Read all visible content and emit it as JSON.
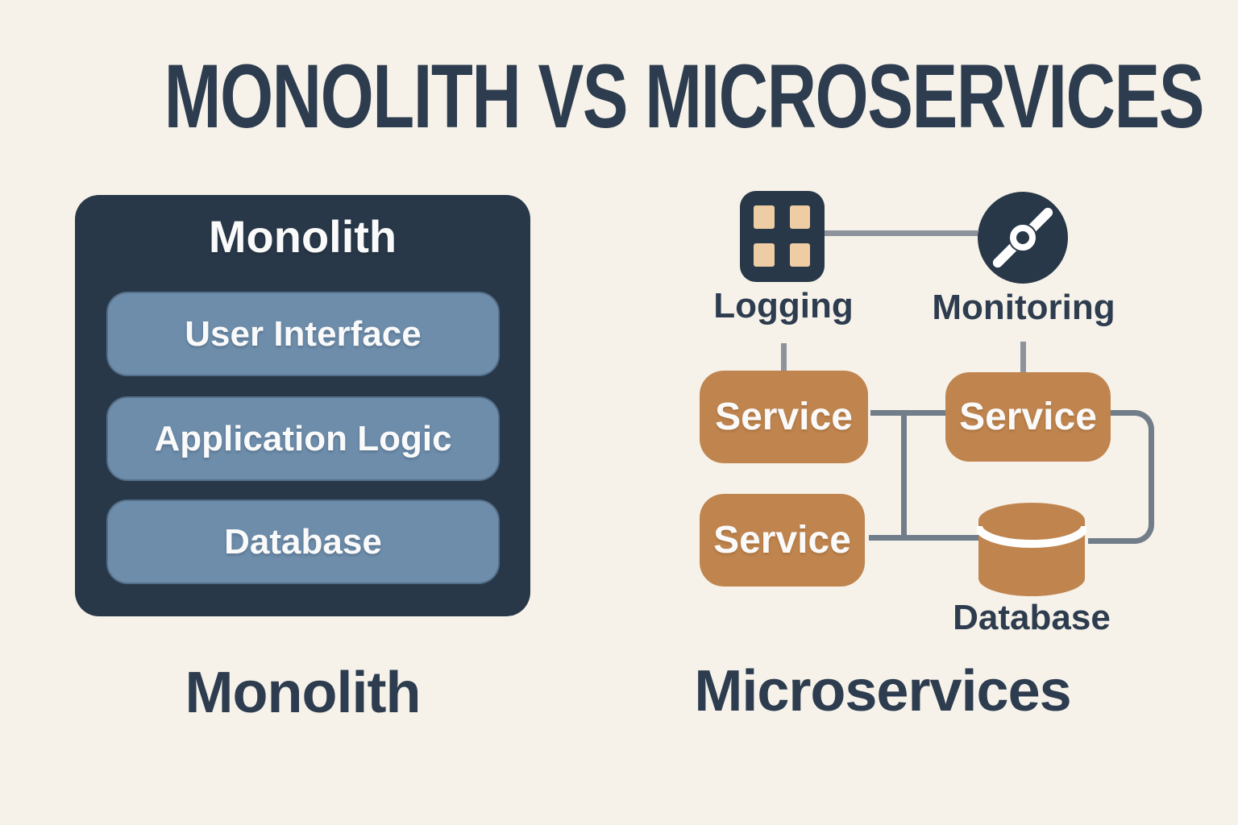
{
  "title": "MONOLITH VS MICROSERVICES",
  "colors": {
    "bg": "#f6f2ea",
    "navy": "#283848",
    "text-navy": "#2d3c4e",
    "blue": "#6d8dab",
    "orange": "#c0854f",
    "tan": "#efcda4",
    "line-light": "#8d939b",
    "line-dark": "#717d88",
    "white": "#fafafa"
  },
  "monolith": {
    "panel_title": "Monolith",
    "layers": [
      "User Interface",
      "Application Logic",
      "Database"
    ],
    "caption": "Monolith"
  },
  "microservices": {
    "logging": {
      "label": "Logging",
      "icon": "grid-icon"
    },
    "monitoring": {
      "label": "Monitoring",
      "icon": "gauge-icon"
    },
    "services": [
      "Service",
      "Service",
      "Service"
    ],
    "database": {
      "label": "Database",
      "icon": "database-cylinder-icon"
    },
    "caption": "Microservices"
  }
}
